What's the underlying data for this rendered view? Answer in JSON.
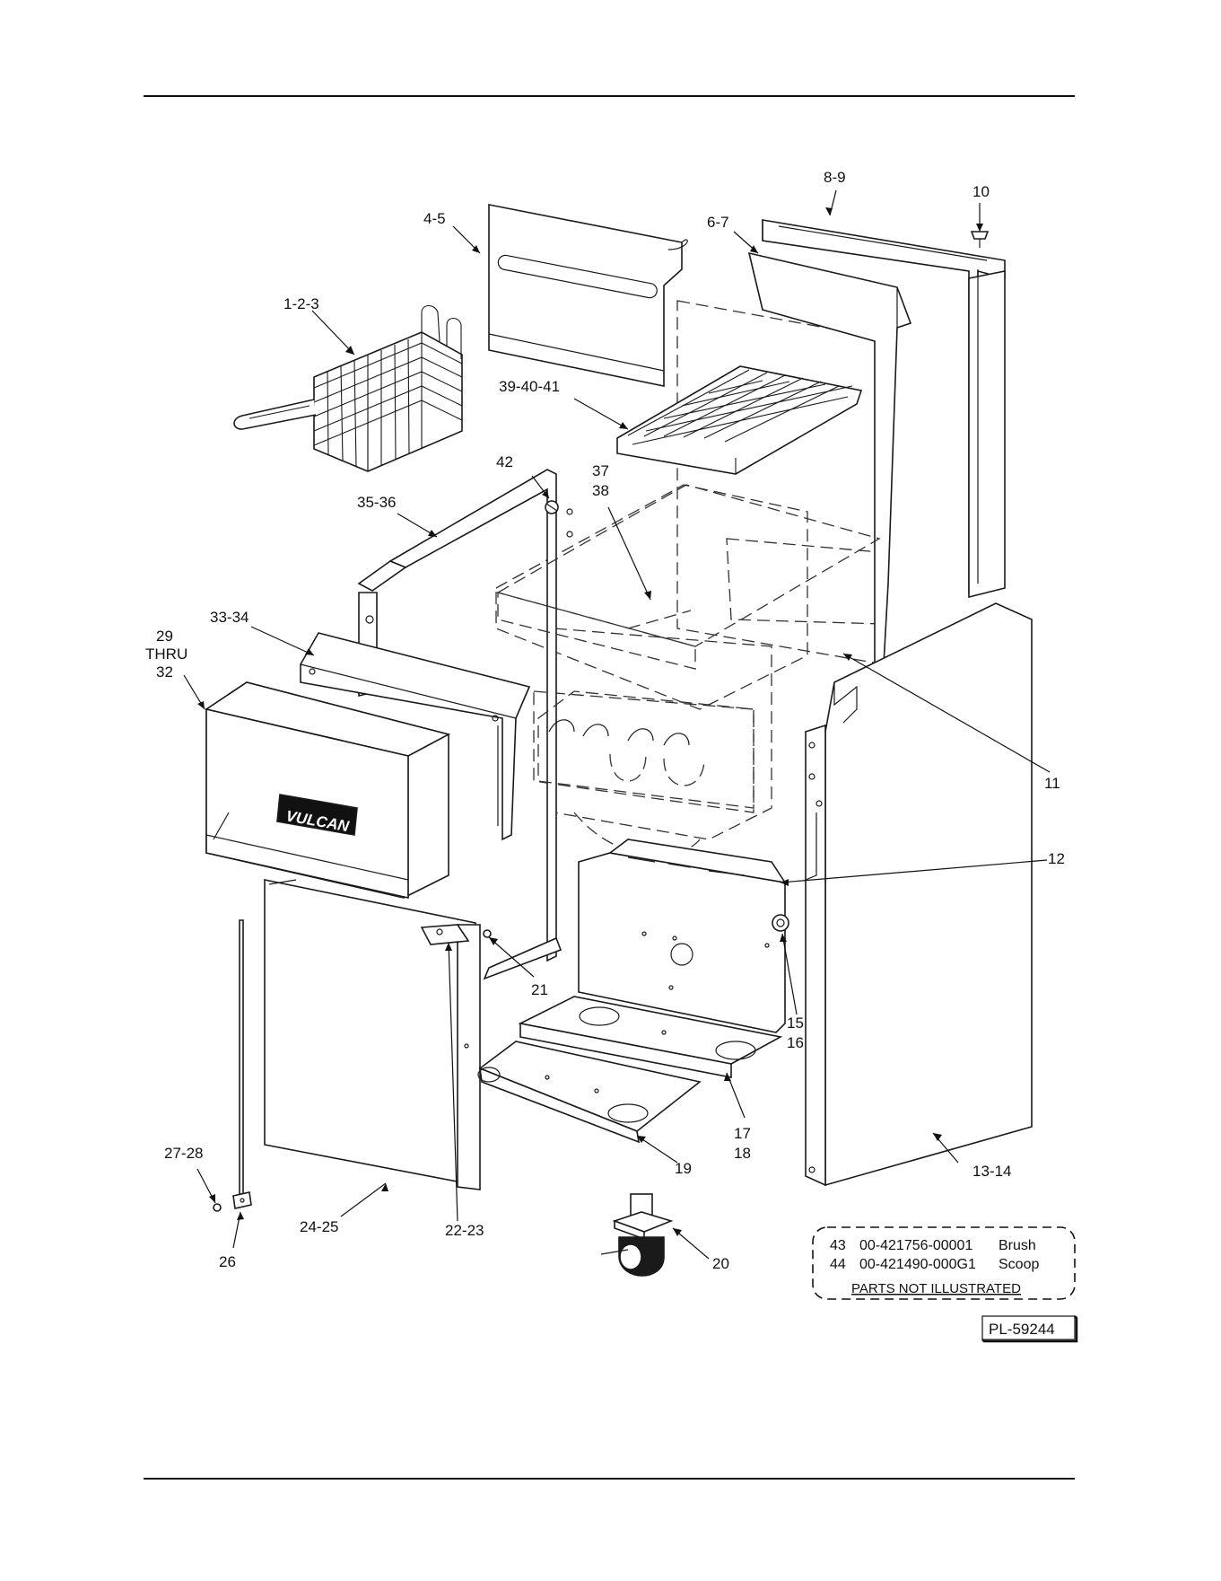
{
  "callouts": {
    "c1_2_3": "1-2-3",
    "c4_5": "4-5",
    "c6_7": "6-7",
    "c8_9": "8-9",
    "c10": "10",
    "c11": "11",
    "c12": "12",
    "c13_14": "13-14",
    "c15": "15",
    "c16": "16",
    "c17": "17",
    "c18": "18",
    "c19": "19",
    "c20": "20",
    "c21": "21",
    "c22_23": "22-23",
    "c24_25": "24-25",
    "c26": "26",
    "c27_28": "27-28",
    "c29": "29",
    "cthru": "THRU",
    "c32": "32",
    "c33_34": "33-34",
    "c35_36": "35-36",
    "c37": "37",
    "c38": "38",
    "c39_40_41": "39-40-41",
    "c42": "42"
  },
  "brand_logo": "VULCAN",
  "parts_not_illustrated": {
    "rows": [
      {
        "item": "43",
        "part_no": "00-421756-00001",
        "desc": "Brush"
      },
      {
        "item": "44",
        "part_no": "00-421490-000G1",
        "desc": "Scoop"
      }
    ],
    "caption": "PARTS NOT ILLUSTRATED"
  },
  "drawing_id": "PL-59244"
}
